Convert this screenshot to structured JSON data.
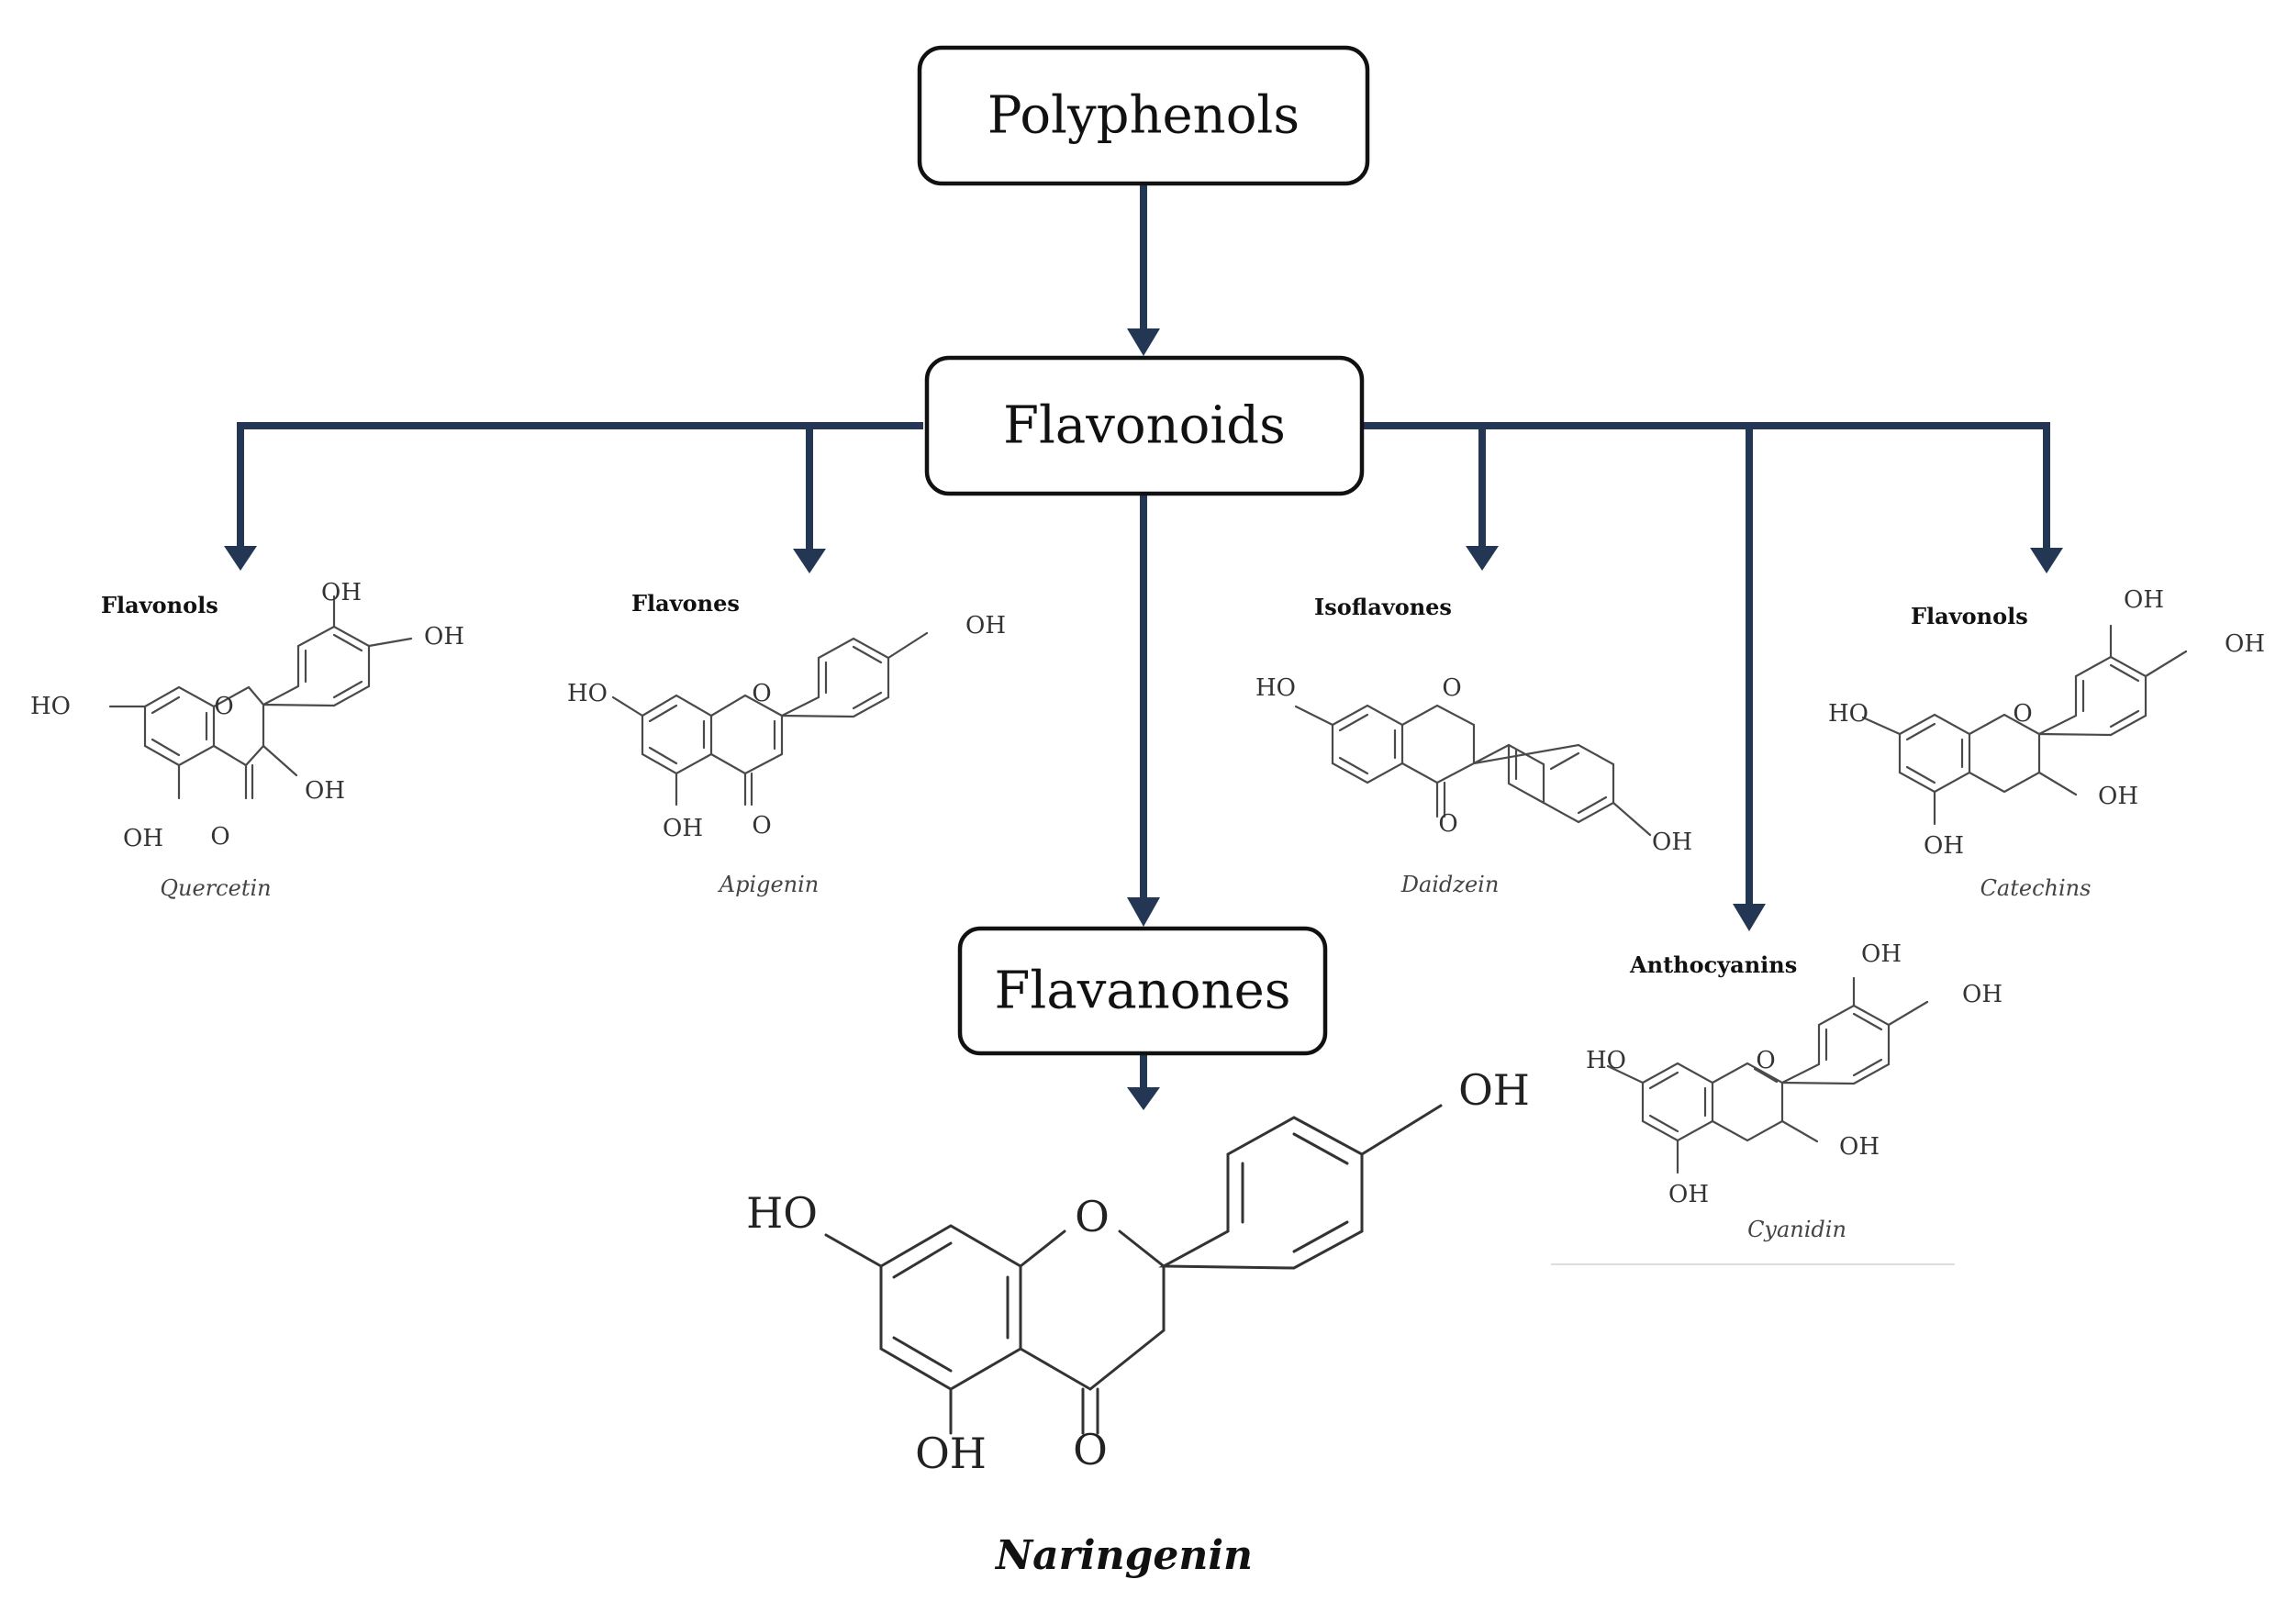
{
  "diagram": {
    "root": "Polyphenols",
    "child": "Flavonoids",
    "subclass": "Flavanones"
  },
  "colors": {
    "connector": "#233754",
    "box_stroke": "#111111"
  },
  "classes": [
    {
      "label": "Flavonols",
      "compound": "Quercetin"
    },
    {
      "label": "Flavones",
      "compound": "Apigenin"
    },
    {
      "label": "Isoflavones",
      "compound": "Daidzein"
    },
    {
      "label": "Anthocyanins",
      "compound": "Cyanidin"
    },
    {
      "label": "Flavonols",
      "compound": "Catechins"
    }
  ],
  "featured": {
    "compound": "Naringenin"
  },
  "atoms": {
    "hydroxyl": "OH",
    "hydroxyl_left": "HO",
    "ring_oxygen": "O",
    "carbonyl_oxygen": "O"
  }
}
